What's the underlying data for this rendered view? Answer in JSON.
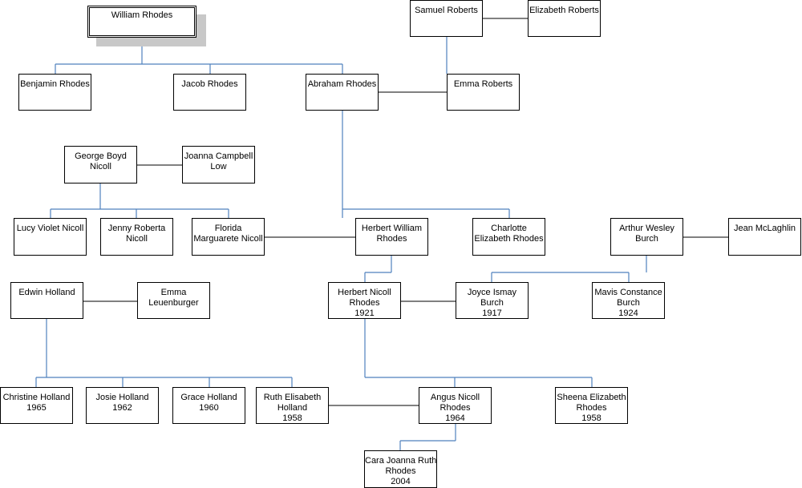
{
  "colors": {
    "descent_line": "#4f81bd",
    "spouse_line": "#000000",
    "box_border": "#000000",
    "root_shadow": "#c8c8c8"
  },
  "people": {
    "william_rhodes": [
      "William Rhodes"
    ],
    "samuel_roberts": [
      "Samuel Roberts"
    ],
    "elizabeth_roberts": [
      "Elizabeth Roberts"
    ],
    "benjamin_rhodes": [
      "Benjamin Rhodes"
    ],
    "jacob_rhodes": [
      "Jacob Rhodes"
    ],
    "abraham_rhodes": [
      "Abraham Rhodes"
    ],
    "emma_roberts": [
      "Emma Roberts"
    ],
    "george_boyd_nicoll": [
      "George Boyd",
      "Nicoll"
    ],
    "joanna_campbell_low": [
      "Joanna Campbell",
      "Low"
    ],
    "lucy_violet_nicoll": [
      "Lucy Violet Nicoll"
    ],
    "jenny_roberta_nicoll": [
      "Jenny Roberta",
      "Nicoll"
    ],
    "florida_marguarete_nicoll": [
      "Florida",
      "Marguarete Nicoll"
    ],
    "herbert_william_rhodes": [
      "Herbert William",
      "Rhodes"
    ],
    "charlotte_elizabeth_rhodes": [
      "Charlotte",
      "Elizabeth Rhodes"
    ],
    "arthur_wesley_burch": [
      "Arthur Wesley",
      "Burch"
    ],
    "jean_mclaghlin": [
      "Jean McLaghlin"
    ],
    "edwin_holland": [
      "Edwin Holland"
    ],
    "emma_leuenburger": [
      "Emma",
      "Leuenburger"
    ],
    "herbert_nicoll_rhodes": [
      "Herbert Nicoll",
      "Rhodes",
      "1921"
    ],
    "joyce_ismay_burch": [
      "Joyce Ismay",
      "Burch",
      "1917"
    ],
    "mavis_constance_burch": [
      "Mavis Constance",
      "Burch",
      "1924"
    ],
    "christine_holland": [
      "Christine Holland",
      "1965"
    ],
    "josie_holland": [
      "Josie Holland",
      "1962"
    ],
    "grace_holland": [
      "Grace Holland",
      "1960"
    ],
    "ruth_elisabeth_holland": [
      "Ruth Elisabeth",
      "Holland",
      "1958"
    ],
    "angus_nicoll_rhodes": [
      "Angus Nicoll",
      "Rhodes",
      "1964"
    ],
    "sheena_elizabeth_rhodes": [
      "Sheena Elizabeth",
      "Rhodes",
      "1958"
    ],
    "cara_joanna_ruth_rhodes": [
      "Cara Joanna Ruth",
      "Rhodes",
      "2004"
    ]
  }
}
